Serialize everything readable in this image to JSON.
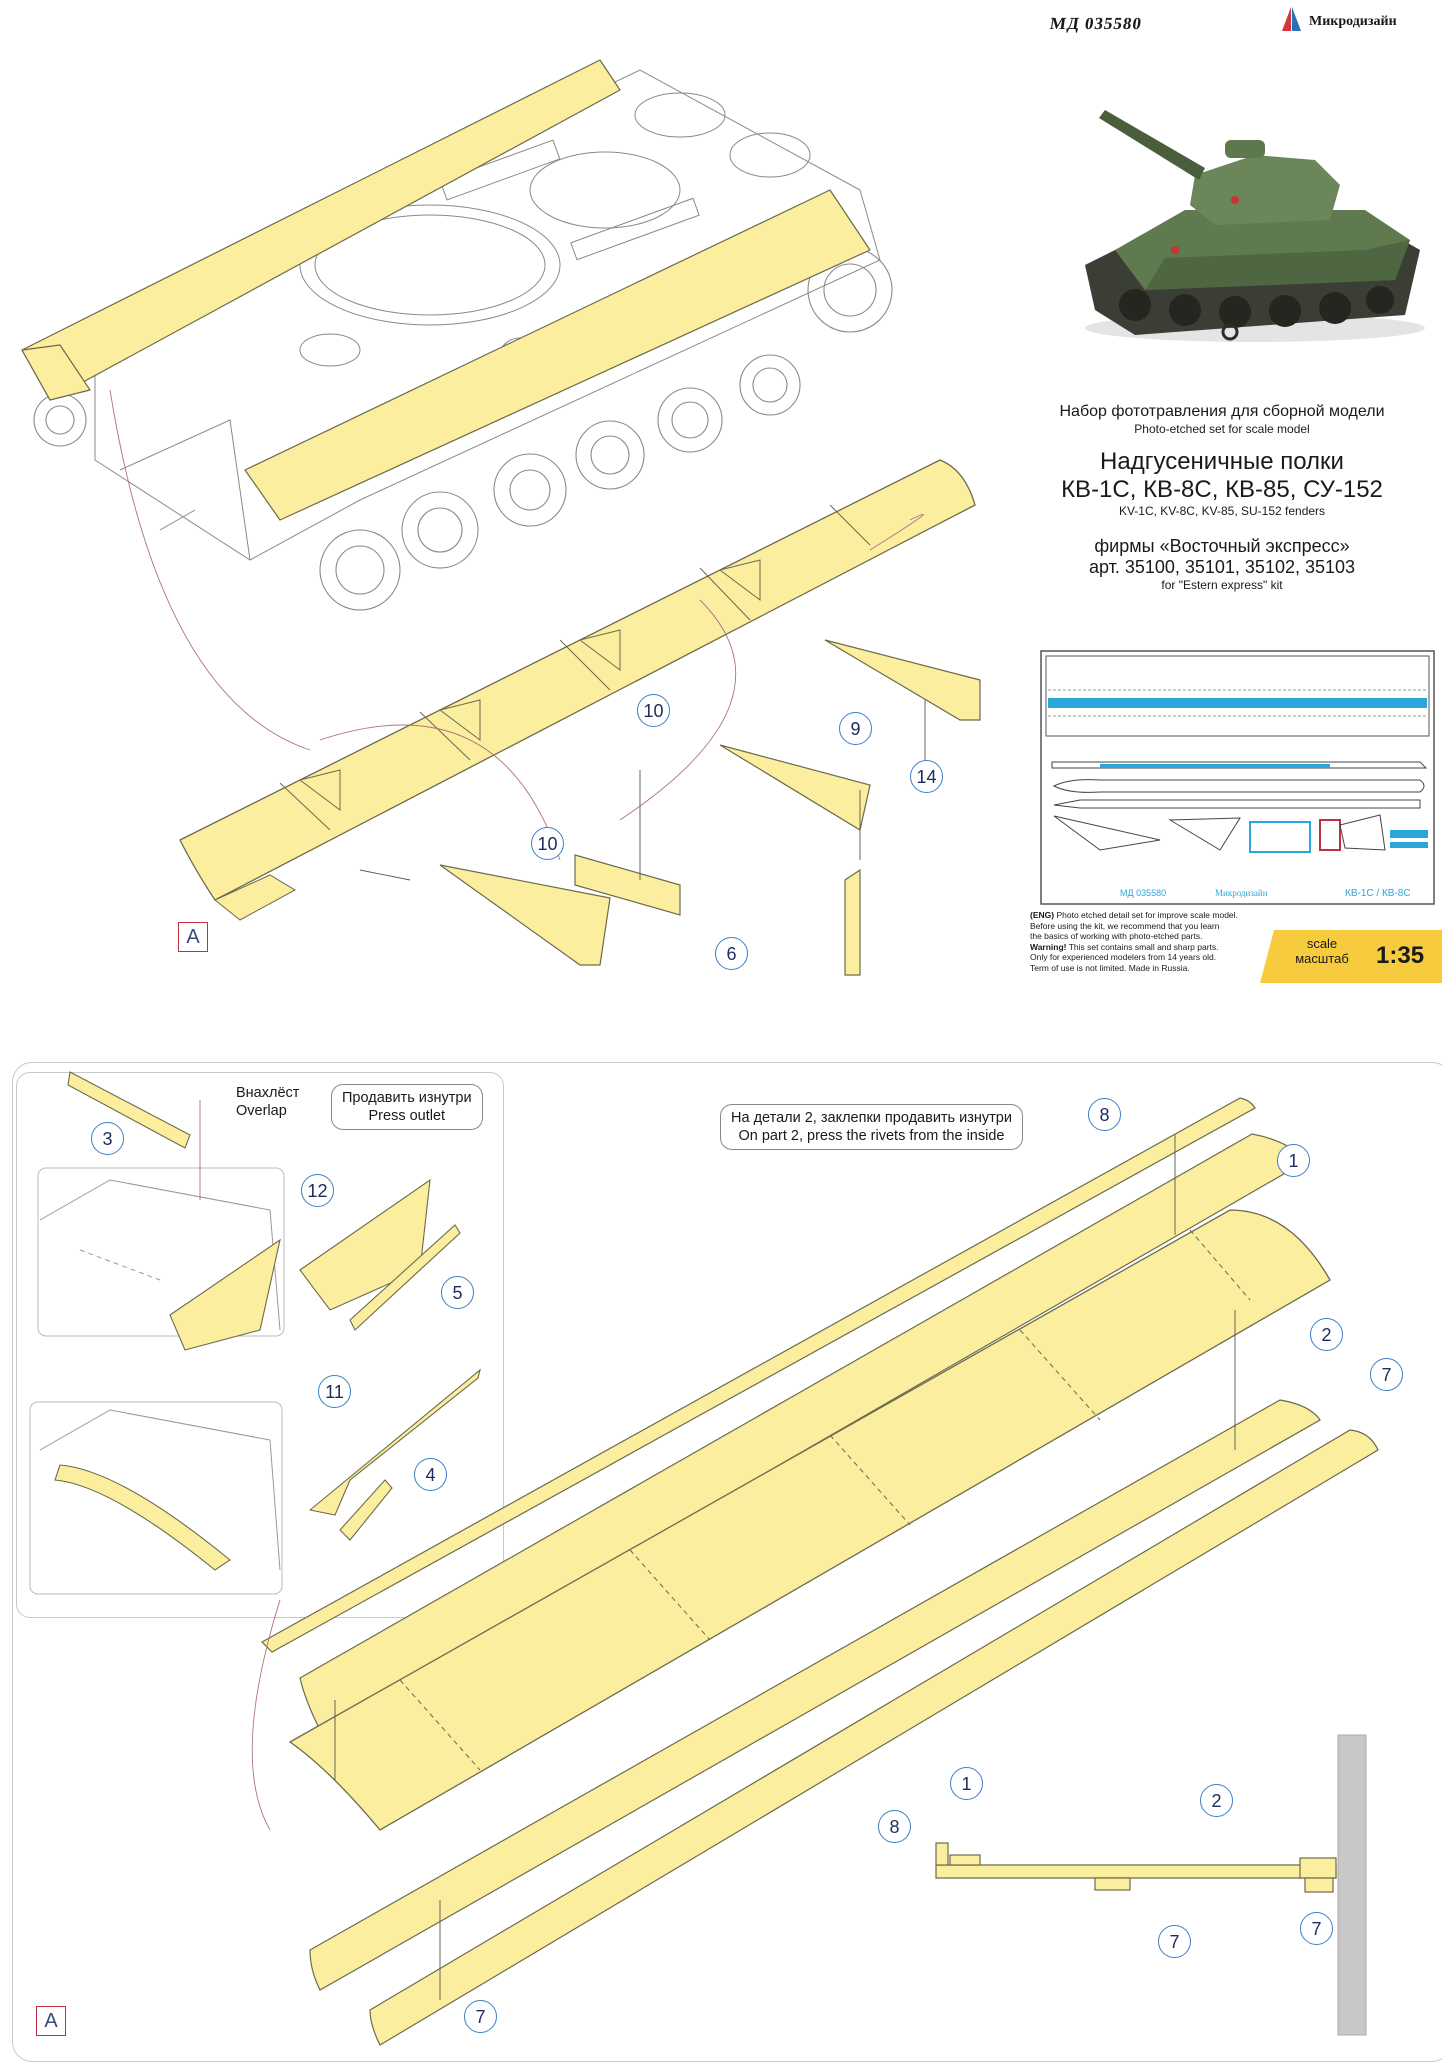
{
  "header": {
    "code": "МД 035580",
    "brand_name": "Микродизайн"
  },
  "info": {
    "subtitle_ru": "Набор фототравления для сборной модели",
    "subtitle_en": "Photo-etched set for scale model",
    "title_ru_1": "Надгусеничные полки",
    "title_ru_2": "КВ-1С, КВ-8С, КВ-85, СУ-152",
    "title_en": "KV-1C, KV-8C, KV-85, SU-152 fenders",
    "kit_ru_1": "фирмы «Восточный экспресс»",
    "kit_ru_2": "арт. 35100, 35101, 35102, 35103",
    "kit_en": "for \"Estern express\" kit"
  },
  "fret": {
    "code": "МД 035580",
    "brand": "Микродизайн",
    "label": "КВ-1С / КВ-8С"
  },
  "english_note": {
    "eng_tag": "(ENG)",
    "line1": "Photo etched detail set for improve scale model.",
    "line2": "Before using the kit, we recommend that you learn",
    "line3": "the basics of working with photo-etched parts.",
    "warning": "Warning!",
    "line4": "This set contains small and sharp parts.",
    "line5": "Only for experienced modelers from 14 years old.",
    "line6": "Term of use is not limited. Made in Russia."
  },
  "scale": {
    "label_en": "scale",
    "label_ru": "масштаб",
    "value": "1:35"
  },
  "colors": {
    "part_fill": "#fbee9f",
    "part_stroke": "#6d6a4c",
    "callout_border": "#3a80c4",
    "label_border": "#c03040",
    "accent_yellow": "#f6cc3e"
  },
  "top_diagram": {
    "callouts": [
      "10",
      "9",
      "14",
      "10",
      "6"
    ],
    "view_label": "A"
  },
  "bottom_diagram": {
    "overlap_ru": "Внахлёст",
    "overlap_en": "Overlap",
    "press_ru": "Продавить изнутри",
    "press_en": "Press outlet",
    "rivets_ru": "На детали 2, заклепки продавить изнутри",
    "rivets_en": "On part 2, press the rivets from the inside",
    "callouts": [
      "3",
      "12",
      "5",
      "11",
      "4",
      "8",
      "1",
      "2",
      "7",
      "7",
      "1",
      "2",
      "8",
      "7",
      "7"
    ],
    "view_label": "A"
  }
}
